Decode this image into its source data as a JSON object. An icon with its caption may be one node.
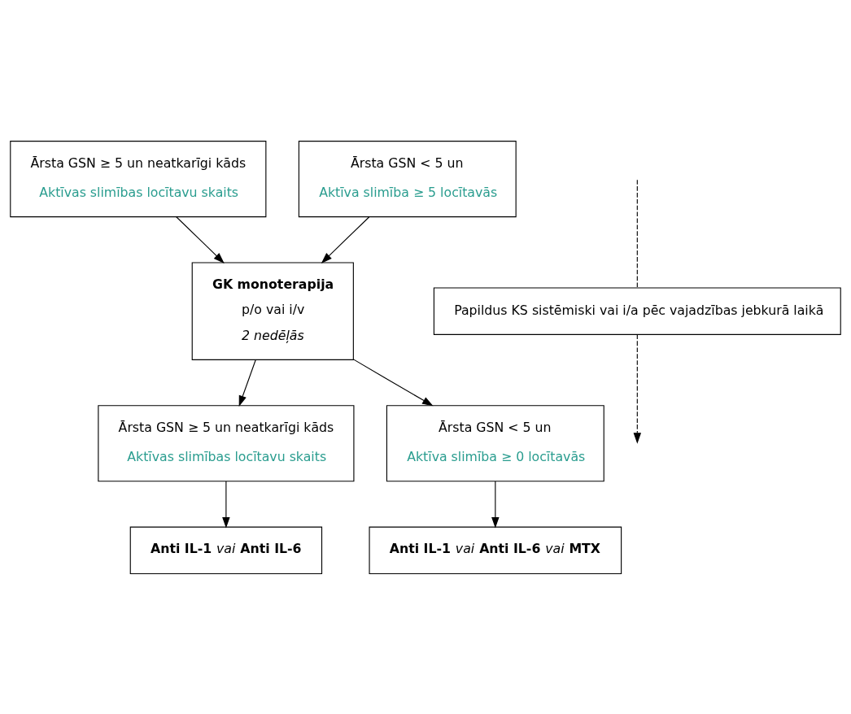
{
  "diagram": {
    "nodes": [
      {
        "text": [
          "Ārsta GSN ≥ 5 un neatkarīgi kāds",
          "Aktīvas slimības locītavu skaits"
        ]
      },
      {
        "text": [
          "Ārsta GSN < 5 un",
          "Aktīva slimība ≥ 5 locītavās"
        ]
      },
      {
        "text": [
          "GK monoterapija",
          "p/o vai i/v",
          "2 nedēļās"
        ]
      },
      {
        "text": [
          "Ārsta GSN ≥ 5 un neatkarīgi kāds",
          "Aktīvas slimības locītavu skaits"
        ]
      },
      {
        "text": [
          "Ārsta GSN < 5 un",
          "Aktīva slimība ≥ 0 locītavās"
        ]
      },
      {
        "text": [
          "**Anti IL-1** *vai* **Anti IL-6**"
        ]
      },
      {
        "text": [
          "**Anti IL-1** *vai* **Anti IL-6** *vai* **MTX**"
        ]
      },
      {
        "text": [
          "Papildus KS sistēmiski vai i/a pēc vajadzības jebkurā laikā"
        ]
      }
    ],
    "edges": [
      {
        "from": 0,
        "to": 2,
        "arrow": "to"
      },
      {
        "from": 1,
        "to": 2,
        "arrow": "to"
      },
      {
        "from": 2,
        "to": 3,
        "arrow": "to"
      },
      {
        "from": 2,
        "to": 4,
        "arrow": "to"
      },
      {
        "from": 3,
        "to": 5,
        "arrow": "to"
      },
      {
        "from": 4,
        "to": 6,
        "arrow": "to"
      },
      {
        "from": null,
        "to": 7,
        "arrow": "none",
        "style": "dashed"
      },
      {
        "from": 7,
        "to": null,
        "arrow": "to",
        "style": "dashed"
      }
    ]
  }
}
